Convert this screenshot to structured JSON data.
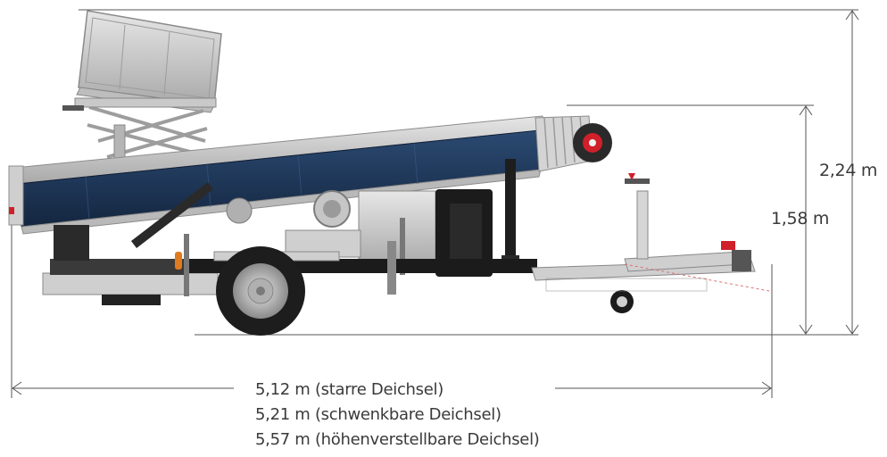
{
  "dimensions": {
    "height_total": "2,24 m",
    "height_upper": "1,58 m",
    "lengths": [
      "5,12 m (starre Deichsel)",
      "5,21 m (schwenkbare Deichsel)",
      "5,57 m (höhenverstellbare Deichsel)"
    ]
  },
  "colors": {
    "conveyor": "#1e3553",
    "frame": "#cfcfcf",
    "chassis": "#1b1b1b",
    "accent_red": "#d0202a",
    "dimension_line": "#555555"
  }
}
